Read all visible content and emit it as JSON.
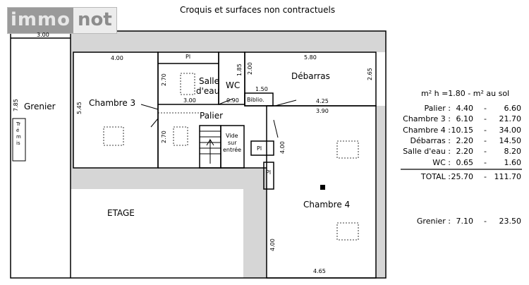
{
  "logo": {
    "part1": "immo",
    "part2": "not"
  },
  "caption": "Croquis et surfaces non contractuels",
  "floor_label": "ETAGE",
  "rooms": {
    "grenier": "Grenier",
    "chambre3": "Chambre 3",
    "salle_line1": "Salle",
    "salle_line2": "d'eau",
    "wc": "WC",
    "debarras": "Débarras",
    "palier": "Palier",
    "biblio": "Biblio.",
    "vide_line1": "Vide",
    "vide_line2": "sur",
    "vide_line3": "entrée",
    "chambre4": "Chambre 4",
    "tremie": "Trémis",
    "placard": "Pl"
  },
  "dimensions": {
    "grenier_top": "3.00",
    "grenier_left": "7.85",
    "ch3_top": "4.00",
    "ch3_left": "5.45",
    "salle_side": "2.70",
    "salle_bottom": "3.00",
    "ch3_side": "2.70",
    "wc_side": "1.85",
    "wc_bottom": "0.90",
    "deb_top": "5.80",
    "deb_left": "2.00",
    "deb_right": "2.65",
    "biblio_top": "1.50",
    "deb_bottom": "4.25",
    "ch4_top": "3.90",
    "ch4_side": "4.00",
    "ch4_left": "4.00",
    "ch4_bottom": "4.65"
  },
  "surfaces": {
    "header": "m² h =1.80 -  m² au sol",
    "rows": [
      {
        "label": "Palier :",
        "h": "4.40",
        "sep": "-",
        "sol": "6.60"
      },
      {
        "label": "Chambre 3 :",
        "h": "6.10",
        "sep": "-",
        "sol": "21.70"
      },
      {
        "label": "Chambre 4 :",
        "h": "10.15",
        "sep": "-",
        "sol": "34.00"
      },
      {
        "label": "Débarras :",
        "h": "2.20",
        "sep": "-",
        "sol": "14.50"
      },
      {
        "label": "Salle d'eau :",
        "h": "2.20",
        "sep": "-",
        "sol": "8.20"
      },
      {
        "label": "WC :",
        "h": "0.65",
        "sep": "-",
        "sol": "1.60"
      }
    ],
    "total": {
      "label": "TOTAL :",
      "h": "25.70",
      "sep": "-",
      "sol": "111.70"
    },
    "grenier": {
      "label": "Grenier :",
      "h": "7.10",
      "sep": "-",
      "sol": "23.50"
    }
  },
  "colors": {
    "roof_gray": "#d6d6d6",
    "wall": "#000000"
  }
}
